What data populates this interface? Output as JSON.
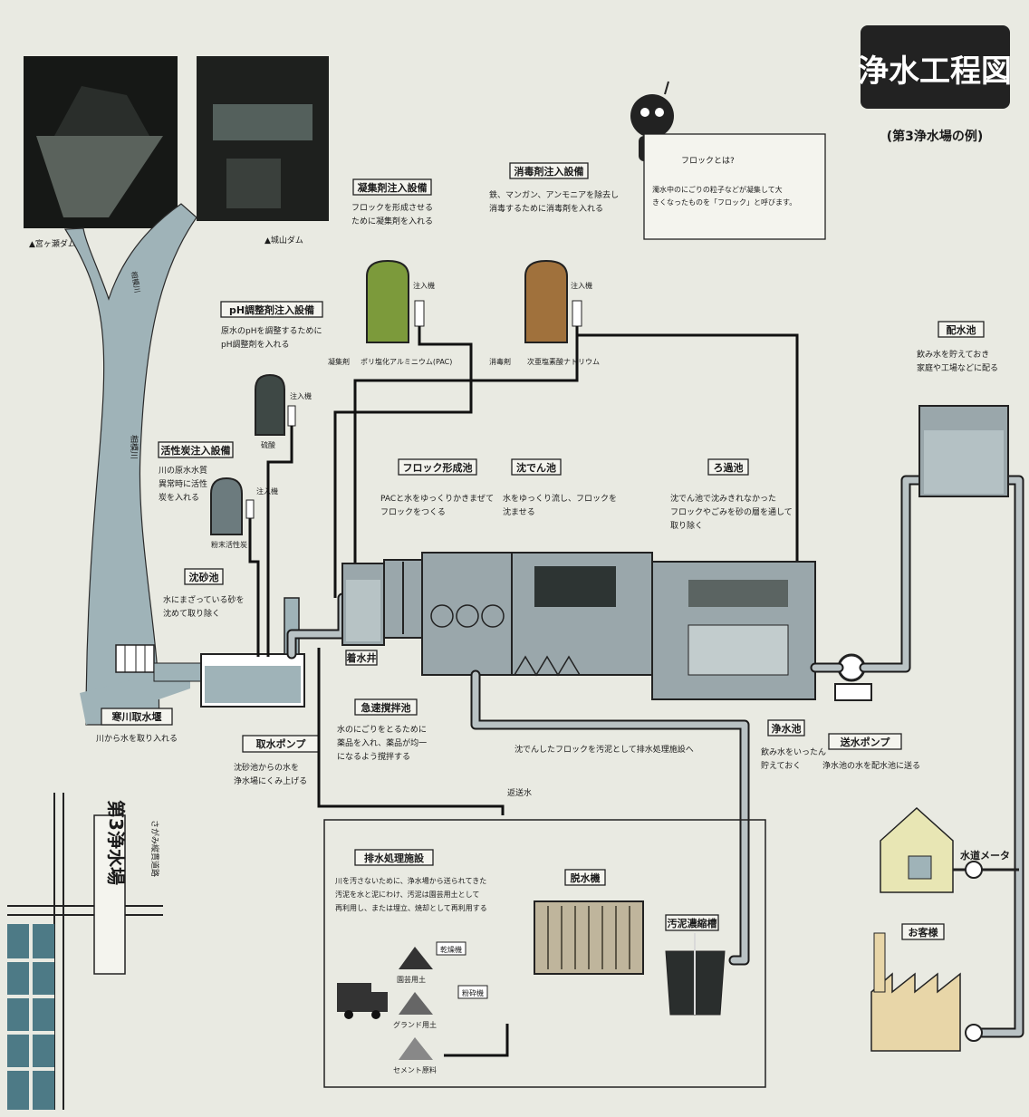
{
  "title": "浄水工程図",
  "subtitle": "(第3浄水場の例)",
  "mascot": {
    "question": "フロックとは?",
    "answer": "濁水中のにごりの粒子などが凝集して大きくなったものを「フロック」と呼びます。"
  },
  "photos": {
    "left": "▲宮ヶ瀬ダム",
    "right": "▲城山ダム"
  },
  "river": {
    "upper": "相模川",
    "lower": "相模川"
  },
  "intake": {
    "label": "寒川取水堰",
    "desc": "川から水を取り入れる"
  },
  "settling_basin": {
    "label": "沈砂池",
    "desc": "水にまざっている砂を沈めて取り除く"
  },
  "intake_pump": {
    "label": "取水ポンプ",
    "desc": "沈砂池からの水を浄水場にくみ上げる"
  },
  "activated_carbon": {
    "label": "活性炭注入設備",
    "desc": "川の原水水質異常時に活性炭を入れる",
    "tank_label": "粉末活性炭",
    "port": "注入機"
  },
  "ph": {
    "label": "pH調整剤注入設備",
    "desc": "原水のpHを調整するためにpH調整剤を入れる",
    "tank_label": "硫酸",
    "port": "注入機"
  },
  "coagulant": {
    "label": "凝集剤注入設備",
    "desc": "フロックを形成させるために凝集剤を入れる",
    "tank_label": "凝集剤",
    "chem": "ポリ塩化アルミニウム(PAC)",
    "port": "注入機"
  },
  "disinfectant": {
    "label": "消毒剤注入設備",
    "desc": "鉄、マンガン、アンモニアを除去し消毒するために消毒剤を入れる",
    "tank_label": "消毒剤",
    "chem": "次亜塩素酸ナトリウム",
    "port": "注入機"
  },
  "receiving_well": {
    "label": "着水井"
  },
  "rapid_mix": {
    "label": "急速撹拌池",
    "desc": "水のにごりをとるために薬品を入れ、薬品が均一になるよう撹拌する"
  },
  "flocculation": {
    "label": "フロック形成池",
    "desc": "PACと水をゆっくりかきまぜてフロックをつくる"
  },
  "sedimentation": {
    "label": "沈でん池",
    "desc": "水をゆっくり流し、フロックを沈ませる"
  },
  "filter": {
    "label": "ろ過池",
    "desc": "沈でん池で沈みきれなかったフロックやごみを砂の層を通して取り除く"
  },
  "clear_well": {
    "label": "浄水池",
    "desc": "飲み水をいったん貯えておく"
  },
  "distribution_pump": {
    "label": "送水ポンプ",
    "desc": "浄水池の水を配水池に送る"
  },
  "reservoir": {
    "label": "配水池",
    "desc": "飲み水を貯えておき家庭や工場などに配る"
  },
  "meter": {
    "label": "水道メータ"
  },
  "customer": {
    "label": "お客様"
  },
  "sludge_note": "沈でんしたフロックを汚泥として排水処理施設へ",
  "filter_backwash": "返送水",
  "wastewater": {
    "label": "排水処理施設",
    "desc": "川を汚さないために、浄水場から送られてきた汚泥を水と泥にわけ、汚泥は園芸用土として再利用し、または埋立、焼却として再利用する",
    "dewater": "脱水機",
    "thickener": "汚泥濃縮槽",
    "dried_cake": "乾燥機",
    "crusher": "粉砕機",
    "products": [
      "園芸用土",
      "グランド用土",
      "セメント原料"
    ]
  },
  "map": {
    "plant_label": "第3浄水場",
    "road_label": "さがみ縦貫道路"
  },
  "colors": {
    "background": "#e9eae2",
    "ink": "#1b1b1b",
    "water": "#9fb3b8",
    "coagulant_green": "#7c9a3b",
    "disinfectant_brown": "#a0713c",
    "carbon_tank": "#6c7b7e"
  }
}
